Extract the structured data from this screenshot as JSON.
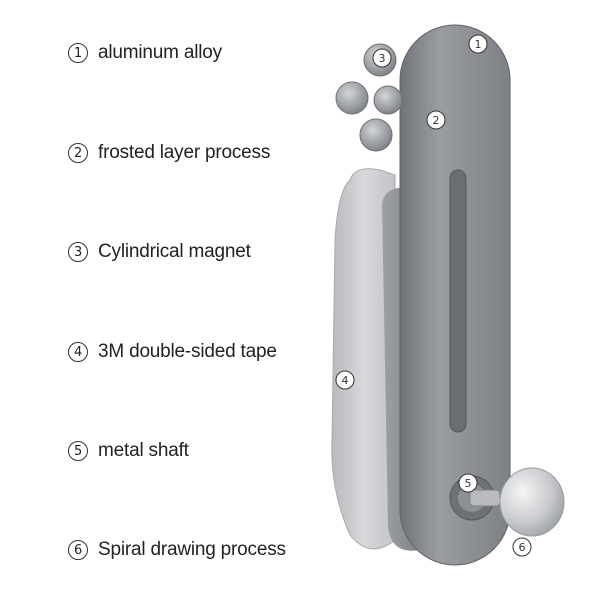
{
  "features": [
    {
      "num": "1",
      "label": "aluminum alloy"
    },
    {
      "num": "2",
      "label": "frosted layer process"
    },
    {
      "num": "3",
      "label": "Cylindrical magnet"
    },
    {
      "num": "4",
      "label": "3M double-sided tape"
    },
    {
      "num": "5",
      "label": "metal shaft"
    },
    {
      "num": "6",
      "label": "Spiral drawing process"
    }
  ],
  "callouts": {
    "c1": "1",
    "c2": "2",
    "c3": "3",
    "c4": "4",
    "c5": "5",
    "c6": "6"
  },
  "colors": {
    "plate": "#8c8f94",
    "plate_dark": "#6f7277",
    "tape": "#c9cbce",
    "magnet": "#a9acb0"
  }
}
